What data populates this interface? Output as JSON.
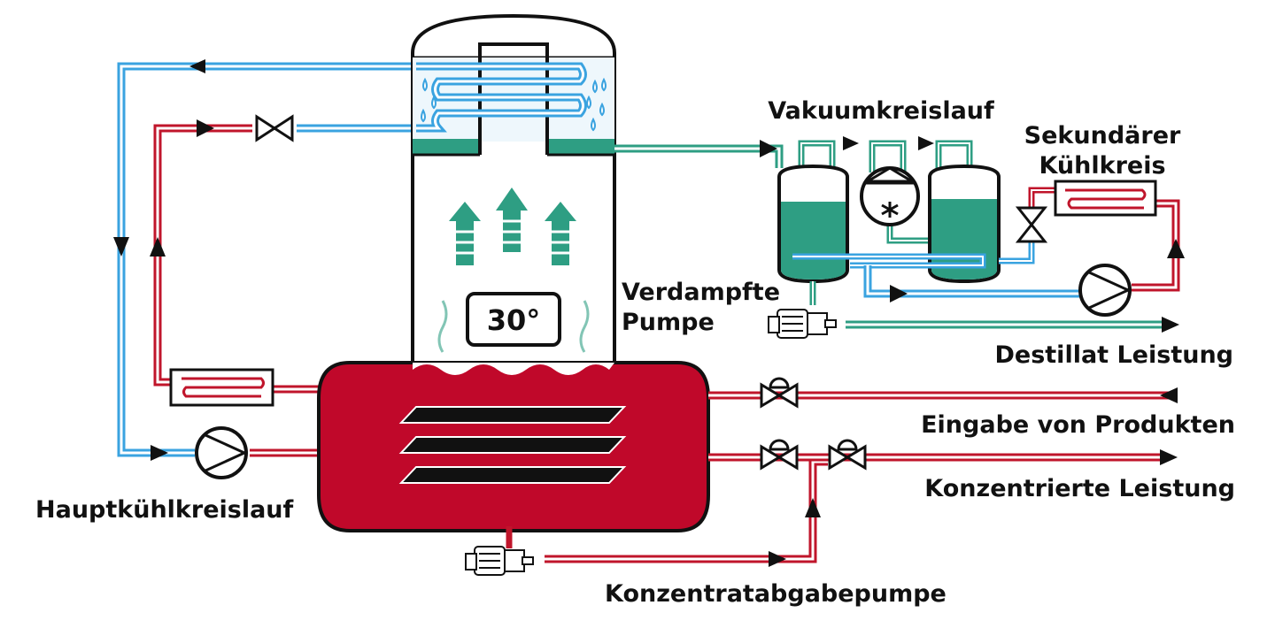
{
  "labels": {
    "temperature": "30°",
    "vacuum_circuit": "Vakuumkreislauf",
    "secondary_cooling_line1": "Sekundärer",
    "secondary_cooling_line2": "Kühlkreis",
    "evaporated_pump_line1": "Verdampfte",
    "evaporated_pump_line2": "Pumpe",
    "distillate_output": "Destillat Leistung",
    "product_input": "Eingabe von Produkten",
    "concentrated_output": "Konzentrierte Leistung",
    "main_cooling_circuit": "Hauptkühlkreislauf",
    "concentrate_pump": "Konzentratabgabepumpe"
  },
  "colors": {
    "hot_pipe": "#c0152b",
    "cold_pipe": "#3aa3e0",
    "vapor_pipe": "#2e9e83",
    "tank_red": "#c0082a",
    "liquid_green": "#2e9e83",
    "outline": "#111111"
  },
  "icons": {
    "valve": "gate-valve-icon",
    "pump": "circulation-pump-icon",
    "motor_pump": "motor-pump-icon",
    "heat_exchanger": "heat-exchanger-icon",
    "vacuum_pump": "vacuum-pump-icon"
  }
}
